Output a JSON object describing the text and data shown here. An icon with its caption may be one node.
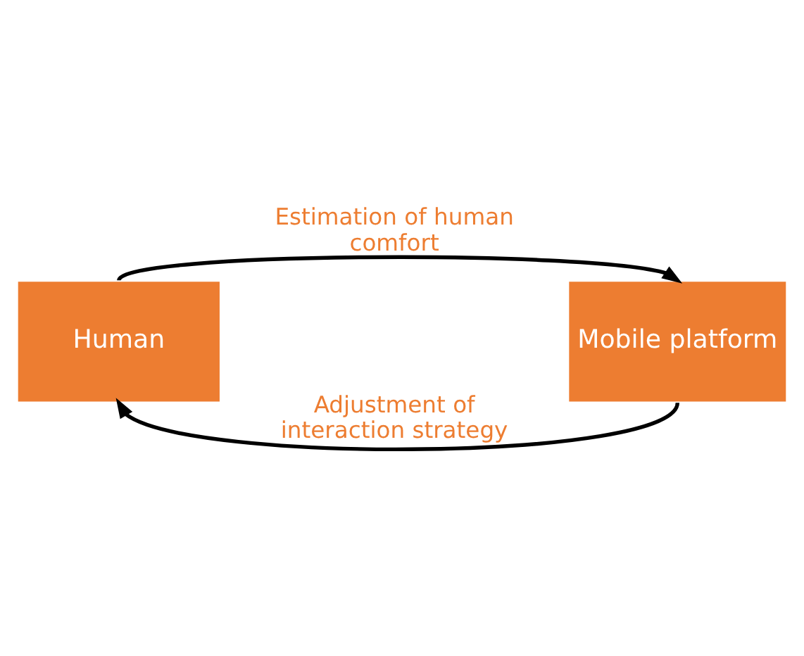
{
  "diagram": {
    "nodes": [
      {
        "text": [
          "Human"
        ]
      },
      {
        "text": [
          "Mobile platform"
        ]
      }
    ],
    "edges": [
      {
        "from": 0,
        "to": 1,
        "arrow": "to",
        "label": "Estimation of human comfort"
      },
      {
        "from": 1,
        "to": 0,
        "arrow": "to",
        "label": "Adjustment of interaction strategy"
      }
    ]
  }
}
